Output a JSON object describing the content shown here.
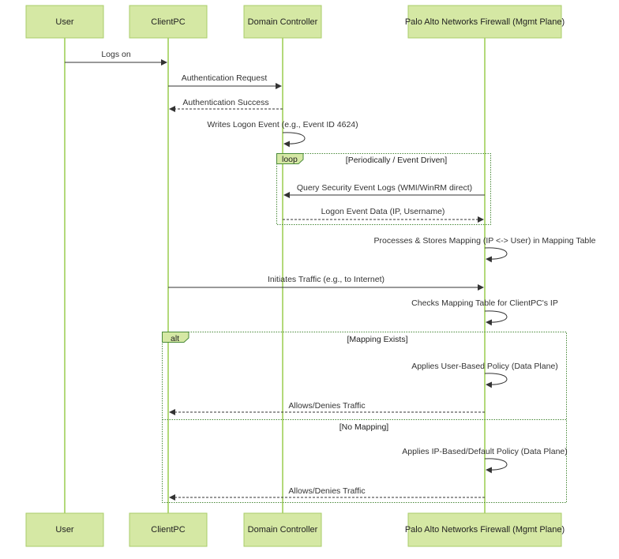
{
  "participants": {
    "user": "User",
    "clientpc": "ClientPC",
    "dc": "Domain Controller",
    "fw": "Palo Alto Networks Firewall (Mgmt Plane)"
  },
  "messages": {
    "m1": "Logs on",
    "m2": "Authentication Request",
    "m3": "Authentication Success",
    "m4": "Writes Logon Event (e.g., Event ID 4624)",
    "m5": "Query Security Event Logs (WMI/WinRM direct)",
    "m6": "Logon Event Data (IP, Username)",
    "m7": "Processes & Stores Mapping (IP <-> User) in Mapping Table",
    "m8": "Initiates Traffic (e.g., to Internet)",
    "m9": "Checks Mapping Table for ClientPC's IP",
    "m10": "Applies User-Based Policy (Data Plane)",
    "m11": "Allows/Denies Traffic",
    "m12": "Applies IP-Based/Default Policy (Data Plane)",
    "m13": "Allows/Denies Traffic"
  },
  "frames": {
    "loop": {
      "label": "loop",
      "condition": "[Periodically / Event Driven]"
    },
    "alt": {
      "label": "alt",
      "condition1": "[Mapping Exists]",
      "condition2": "[No Mapping]"
    }
  },
  "colors": {
    "actor_fill": "#d5e8a4",
    "lifeline": "#b3d97a",
    "frame_border": "#4a8a3a"
  }
}
